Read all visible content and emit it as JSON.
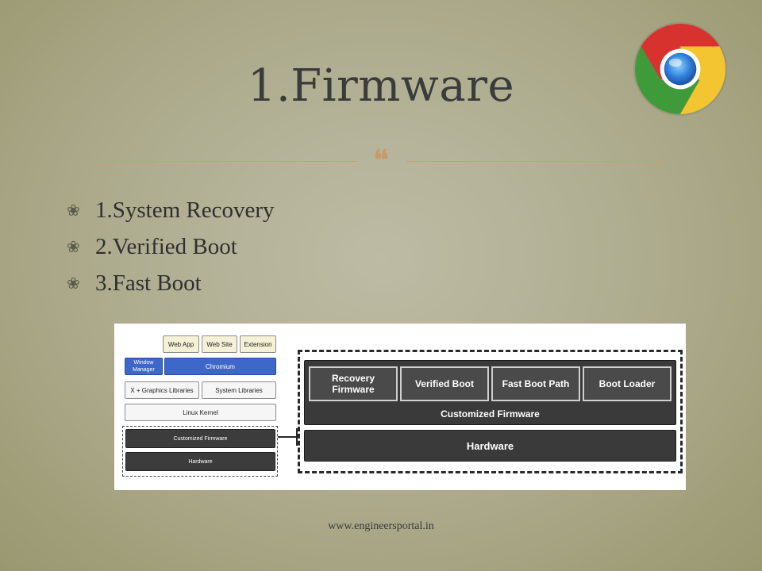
{
  "slide": {
    "title": "1.Firmware",
    "divider_icon": "quote-ornament-icon",
    "bullet_icon": "fancy-bullet-icon",
    "bullets": [
      {
        "label": "1.System Recovery"
      },
      {
        "label": "2.Verified Boot"
      },
      {
        "label": "3.Fast Boot"
      }
    ],
    "footer": "www.engineersportal.in",
    "logo_icon": "chrome-logo-icon"
  },
  "diagram": {
    "small_stack": {
      "web_app": "Web App",
      "web_site": "Web Site",
      "extension": "Extension",
      "window_manager": "Window Manager",
      "chromium": "Chromium",
      "x_graphics": "X + Graphics Libraries",
      "system_libraries": "System Libraries",
      "linux_kernel": "Linux Kernel",
      "customized_firmware": "Customized Firmware",
      "hardware": "Hardware"
    },
    "firmware_detail": {
      "recovery_firmware": "Recovery Firmware",
      "verified_boot": "Verified Boot",
      "fast_boot_path": "Fast Boot Path",
      "boot_loader": "Boot Loader",
      "customized_firmware": "Customized Firmware",
      "hardware": "Hardware"
    }
  },
  "colors": {
    "background": "#b0ae91",
    "accent": "#c79a67",
    "chromium_blue": "#3d68c9"
  }
}
